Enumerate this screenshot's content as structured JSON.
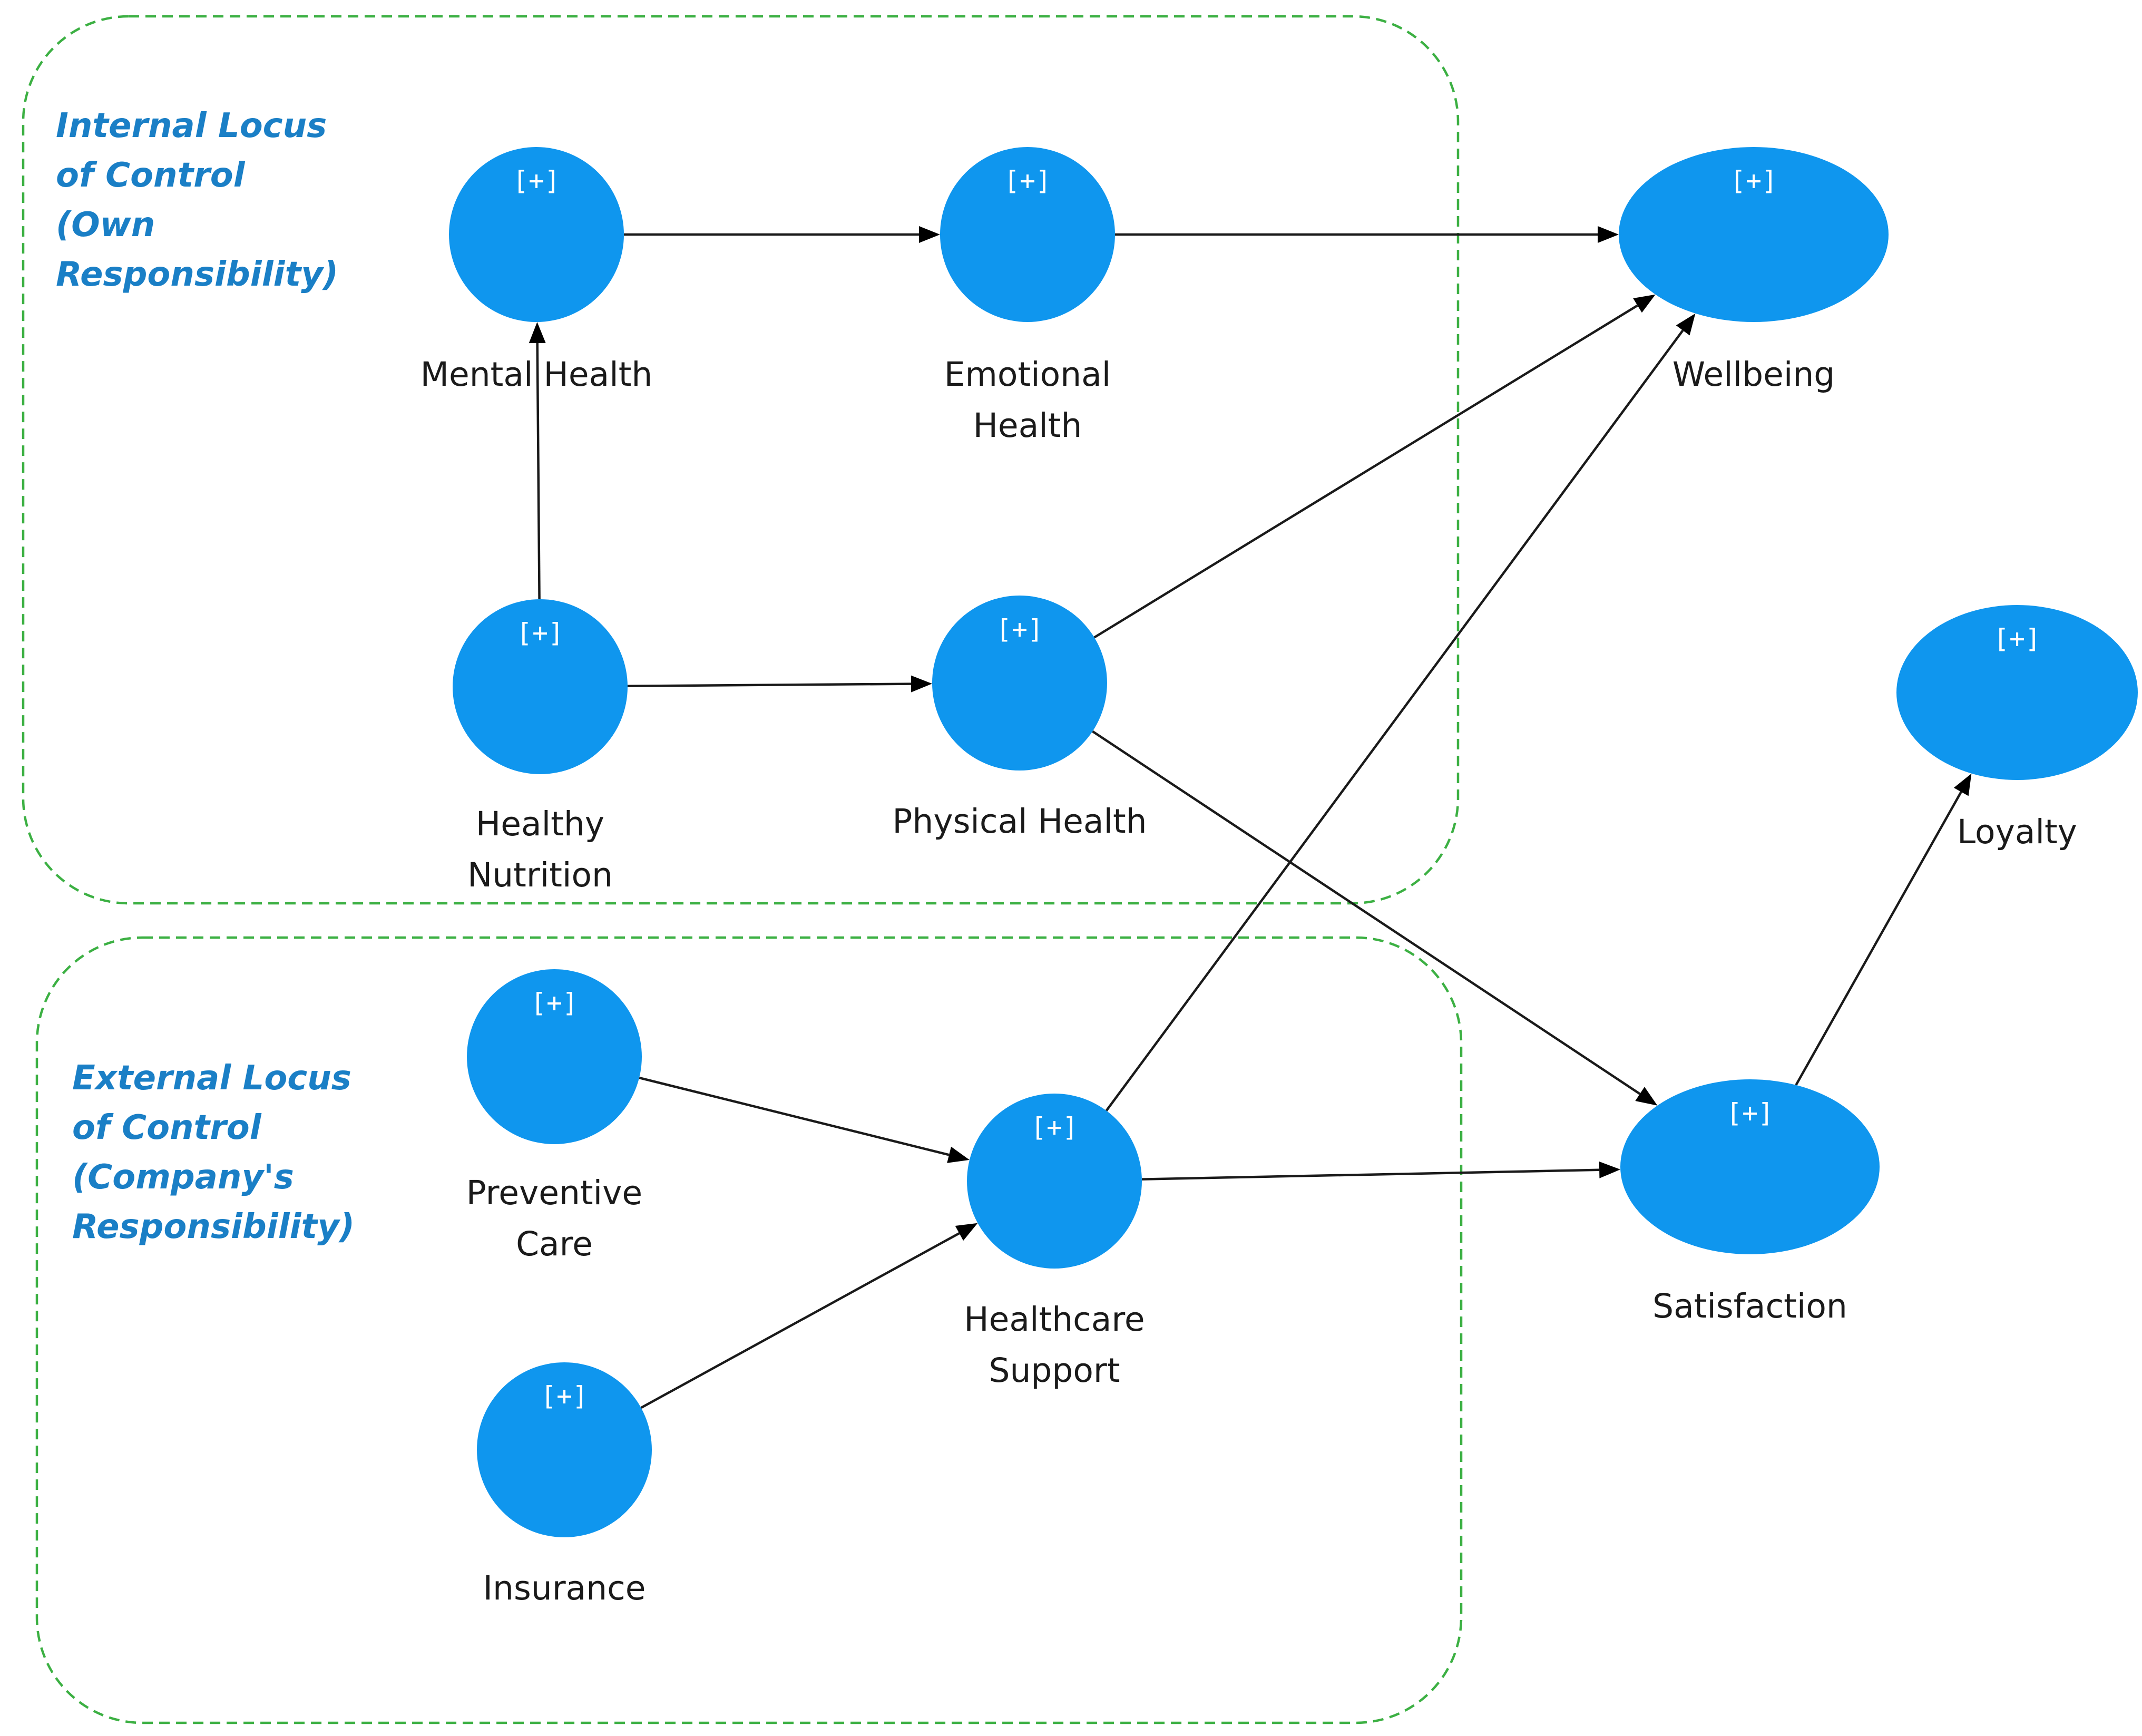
{
  "regions": [
    {
      "id": "internal",
      "title_lines": [
        "Internal Locus",
        "of Control",
        "(Own",
        "Responsibility)"
      ]
    },
    {
      "id": "external",
      "title_lines": [
        "External Locus",
        "of Control",
        "(Company's",
        "Responsibility)"
      ]
    }
  ],
  "node_toggle": "[+]",
  "nodes": [
    {
      "id": "mental",
      "label_lines": [
        "Mental Health"
      ]
    },
    {
      "id": "emotional",
      "label_lines": [
        "Emotional",
        "Health"
      ]
    },
    {
      "id": "wellbeing",
      "label_lines": [
        "Wellbeing"
      ]
    },
    {
      "id": "nutrition",
      "label_lines": [
        "Healthy",
        "Nutrition"
      ]
    },
    {
      "id": "physical",
      "label_lines": [
        "Physical Health"
      ]
    },
    {
      "id": "loyalty",
      "label_lines": [
        "Loyalty"
      ]
    },
    {
      "id": "preventive",
      "label_lines": [
        "Preventive",
        "Care"
      ]
    },
    {
      "id": "healthcare",
      "label_lines": [
        "Healthcare",
        "Support"
      ]
    },
    {
      "id": "satisfaction",
      "label_lines": [
        "Satisfaction"
      ]
    },
    {
      "id": "insurance",
      "label_lines": [
        "Insurance"
      ]
    }
  ],
  "paths": [
    {
      "from": "nutrition",
      "to": "mental"
    },
    {
      "from": "mental",
      "to": "emotional"
    },
    {
      "from": "emotional",
      "to": "wellbeing"
    },
    {
      "from": "nutrition",
      "to": "physical"
    },
    {
      "from": "physical",
      "to": "wellbeing"
    },
    {
      "from": "physical",
      "to": "satisfaction"
    },
    {
      "from": "healthcare",
      "to": "wellbeing"
    },
    {
      "from": "preventive",
      "to": "healthcare"
    },
    {
      "from": "insurance",
      "to": "healthcare"
    },
    {
      "from": "healthcare",
      "to": "satisfaction"
    },
    {
      "from": "satisfaction",
      "to": "loyalty"
    }
  ]
}
